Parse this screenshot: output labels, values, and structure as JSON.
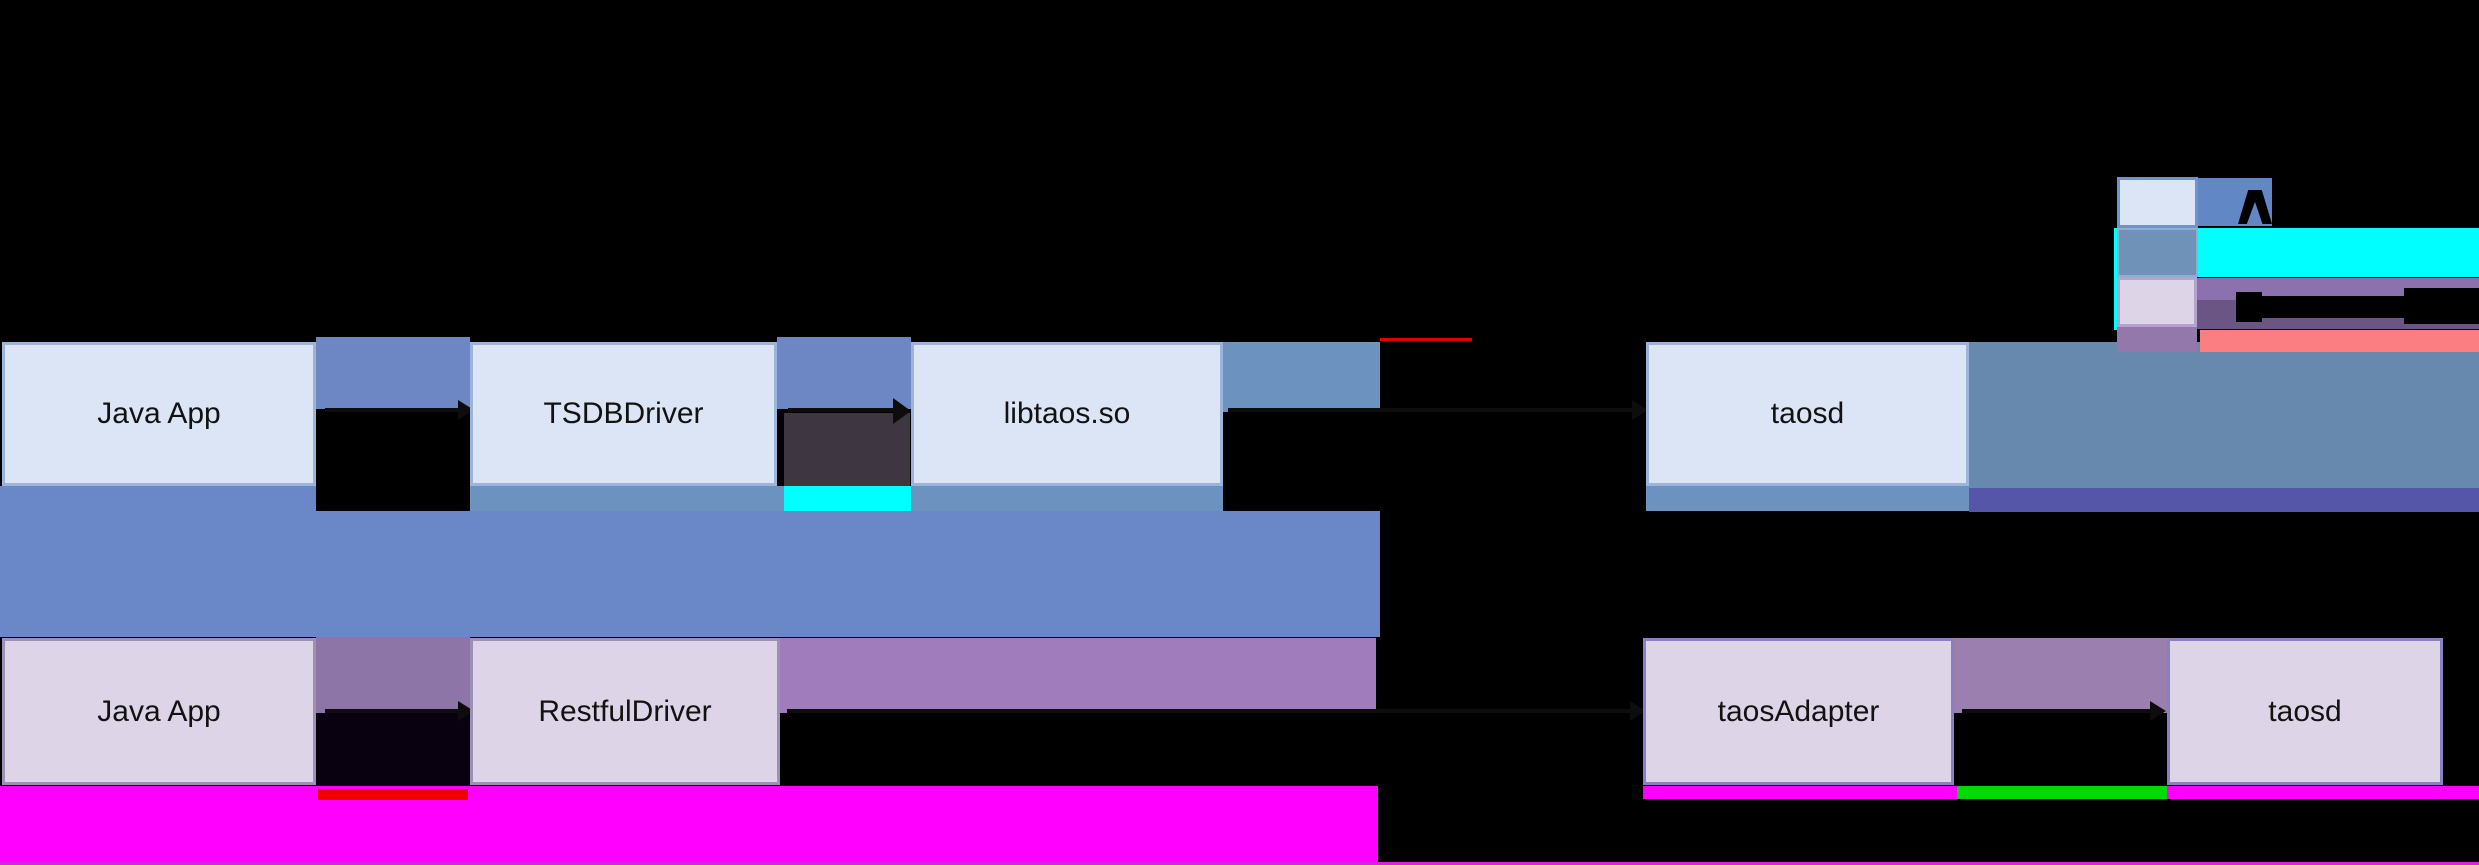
{
  "boxes": {
    "java_app_jni": "Java App",
    "tsdbdriver": "TSDBDriver",
    "libtaos": "libtaos.so",
    "taosd_jni": "taosd",
    "java_app_rest": "Java App",
    "restfuldriver": "RestfulDriver",
    "taosadapter": "taosAdapter",
    "taosd_rest": "taosd"
  },
  "legend": {
    "swatch_native": "light-blue swatch",
    "swatch_steel": "steel-blue swatch",
    "swatch_lavender": "lavender swatch",
    "swatch_mauve": "mauve swatch",
    "band_native": "blue band with obscured black label fragment",
    "band_cyan": "cyan band",
    "band_purple": "purple band with obscured black label fragment",
    "band_salmon": "salmon band"
  },
  "colors": {
    "bg": "#000000",
    "box_blue_fill": "#dbe5f6",
    "box_blue_border": "#9db4da",
    "box_lav_fill": "#ded4e8",
    "box_lav_border": "#9c91b4",
    "box_lav_border2": "#8a7fc0",
    "blue_band": "#6d87c4",
    "big_blue": "#6a87c7",
    "steel_band": "#6c93c0",
    "steel_right": "#6789ad",
    "cyan": "#00ffff",
    "charcoal": "#3e3742",
    "indigo": "#5556a8",
    "purple_gap": "#8d75a8",
    "purple_right": "#a07cbc",
    "purple_adapter_gap": "#9b7fae",
    "magenta": "#ff00ff",
    "red_strip": "#ee0000",
    "green_strip": "#00da00",
    "red_line": "#e10000",
    "salmon": "#fb7f82",
    "legend_blue": "#6287c5",
    "legend_purple": "#8b71ae",
    "legend_dark_purple": "#6a5584",
    "legend_mauve": "#9278ab",
    "legend_steel_fill": "#6e92b8",
    "legend_swatch_border_a": "#7193cc",
    "legend_swatch_border_b": "#8fb0cc",
    "legend_swatch_border_c": "#b4a4cc",
    "bottom_line": "#d626d6",
    "dark_gap": "#0a0110",
    "arrow": "#0d0d0d"
  }
}
